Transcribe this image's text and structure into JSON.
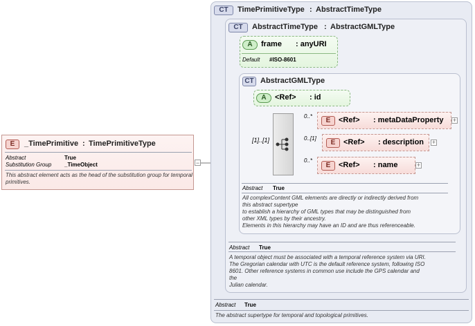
{
  "root_element": {
    "badge": "E",
    "name": "_TimePrimitive",
    "type": "TimePrimitiveType",
    "props": [
      {
        "key": "Abstract",
        "value": "True"
      },
      {
        "key": "Substitution Group",
        "value": "_TimeObject"
      }
    ],
    "description": "This abstract element acts as the head of the substitution group for temporal primitives.",
    "expand": "−"
  },
  "time_primitive_type": {
    "badge": "CT",
    "name": "TimePrimitiveType",
    "base": "AbstractTimeType",
    "prop_key": "Abstract",
    "prop_value": "True",
    "description": "The abstract supertype for temporal and topological primitives."
  },
  "abstract_time_type": {
    "badge": "CT",
    "name": "AbstractTimeType",
    "base": "AbstractGMLType",
    "attribute": {
      "badge": "A",
      "name": "frame",
      "type": ": anyURI",
      "default_key": "Default",
      "default_value": "#ISO-8601"
    },
    "prop_key": "Abstract",
    "prop_value": "True",
    "description": [
      "A temporal object must be associated with a temporal reference system via URI.",
      "The Gregorian calendar with UTC is the default reference system, following ISO",
      "8601. Other reference systems in common use include the GPS calendar and",
      "the",
      "Julian calendar."
    ]
  },
  "abstract_gml_type": {
    "badge": "CT",
    "name": "AbstractGMLType",
    "attribute": {
      "badge": "A",
      "ref": "<Ref>",
      "name": ": id"
    },
    "sequence_multiplicity": "[1]..[1]",
    "children": [
      {
        "badge": "E",
        "ref": "<Ref>",
        "name": ": metaDataProperty",
        "multiplicity": "0..*"
      },
      {
        "badge": "E",
        "ref": "<Ref>",
        "name": ": description",
        "multiplicity": "0..[1]"
      },
      {
        "badge": "E",
        "ref": "<Ref>",
        "name": ": name",
        "multiplicity": "0..*"
      }
    ],
    "prop_key": "Abstract",
    "prop_value": "True",
    "description": [
      "All complexContent GML elements are directly or indirectly derived from",
      "this abstract supertype",
      "to establish a hierarchy of GML types that may be distinguished from",
      "other XML types by their ancestry.",
      "Elements in this hierarchy may have an ID and are thus referenceable."
    ]
  },
  "expand_symbol": "+",
  "colors": {
    "ct_bg": "#e8ebf3",
    "element_bg": "#f7dcd9",
    "attribute_bg": "#e4f5df",
    "border": "#b9bfcf"
  }
}
